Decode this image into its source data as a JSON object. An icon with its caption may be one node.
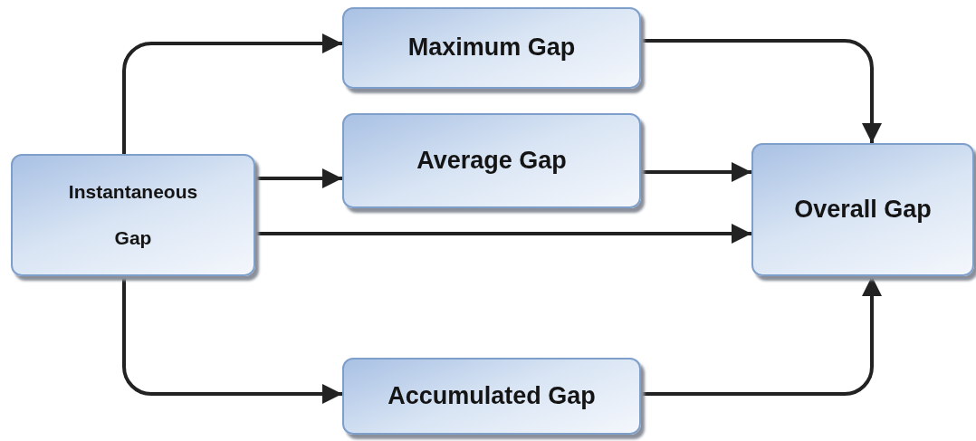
{
  "diagram": {
    "nodes": [
      {
        "text": [
          "Instantaneous Gap"
        ]
      },
      {
        "text": [
          "Maximum Gap"
        ]
      },
      {
        "text": [
          "Average Gap"
        ]
      },
      {
        "text": [
          "Overall Gap"
        ]
      },
      {
        "text": [
          "Accumulated Gap"
        ]
      }
    ],
    "edges": [
      {
        "from": 0,
        "to": 1,
        "arrow": "to"
      },
      {
        "from": 0,
        "to": 2,
        "arrow": "to"
      },
      {
        "from": 0,
        "to": 3,
        "arrow": "to"
      },
      {
        "from": 0,
        "to": 4,
        "arrow": "to"
      },
      {
        "from": 1,
        "to": 3,
        "arrow": "to"
      },
      {
        "from": 2,
        "to": 3,
        "arrow": "to"
      },
      {
        "from": 4,
        "to": 3,
        "arrow": "to"
      }
    ]
  }
}
